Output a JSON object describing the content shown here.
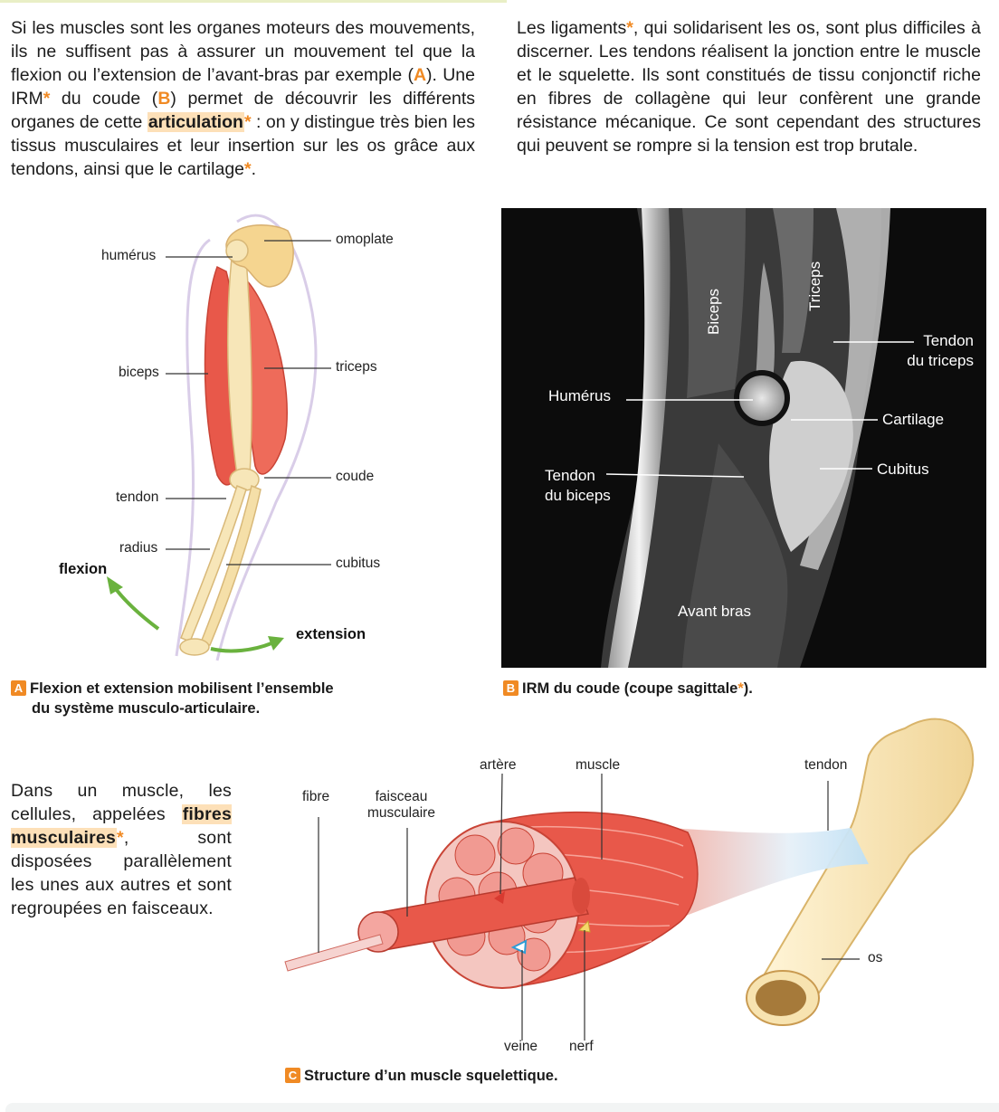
{
  "intro": {
    "left_1": "Si les muscles sont les organes moteurs des mouvements, ils ne suffisent pas à assurer un mouvement tel que la flexion ou l’extension de l’avant-bras par exemple (",
    "left_ref_a": "A",
    "left_2": "). Une IRM",
    "star": "*",
    "left_3": " du coude (",
    "left_ref_b": "B",
    "left_4": ") permet de découvrir les différents organes de cette ",
    "left_kw": "articulation",
    "left_5": " : on y distingue très bien les tissus musculaires et leur insertion sur les os grâce aux tendons, ainsi que le cartilage",
    "left_6": ".",
    "right_1": "Les ligaments",
    "right_2": ", qui solidarisent les os, sont plus difficiles à discerner. Les tendons réalisent la jonction entre le muscle et le squelette. Ils sont constitués de tissu conjonctif riche en fibres de collagène qui leur confèrent une grande résistance mécanique. Ce sont cependant des structures qui peuvent se rompre si la tension est trop brutale."
  },
  "figure_a": {
    "letter": "A",
    "caption_1": "Flexion et extension mobilisent l’ensemble",
    "caption_2": "du système musculo-articulaire.",
    "labels": {
      "humerus": "humérus",
      "omoplate": "omoplate",
      "biceps": "biceps",
      "triceps": "triceps",
      "coude": "coude",
      "tendon": "tendon",
      "radius": "radius",
      "cubitus": "cubitus",
      "flexion": "flexion",
      "extension": "extension"
    }
  },
  "figure_b": {
    "letter": "B",
    "caption": "IRM du coude (coupe sagittale",
    "caption_end": ").",
    "labels": {
      "biceps": "Biceps",
      "triceps": "Triceps",
      "tendon_triceps_1": "Tendon",
      "tendon_triceps_2": "du triceps",
      "humerus": "Humérus",
      "cartilage": "Cartilage",
      "cubitus": "Cubitus",
      "tendon_biceps_1": "Tendon",
      "tendon_biceps_2": "du biceps",
      "avant_bras": "Avant bras"
    }
  },
  "figure_c": {
    "letter": "C",
    "caption": "Structure d’un muscle squelettique.",
    "text_1": "Dans un muscle, les cellules, appelées ",
    "text_kw": "fibres musculaires",
    "text_2": ", sont disposées parallèlement les unes aux autres et sont regroupées en faisceaux.",
    "labels": {
      "fibre": "fibre",
      "faisceau_1": "faisceau",
      "faisceau_2": "musculaire",
      "artere": "artère",
      "muscle": "muscle",
      "tendon": "tendon",
      "os": "os",
      "veine": "veine",
      "nerf": "nerf"
    }
  },
  "colors": {
    "accent": "#f08a24",
    "keyword_bg": "#fde0b8",
    "muscle": "#e8584a",
    "bone": "#f5dfa8",
    "arrow_green": "#6ab23e"
  }
}
